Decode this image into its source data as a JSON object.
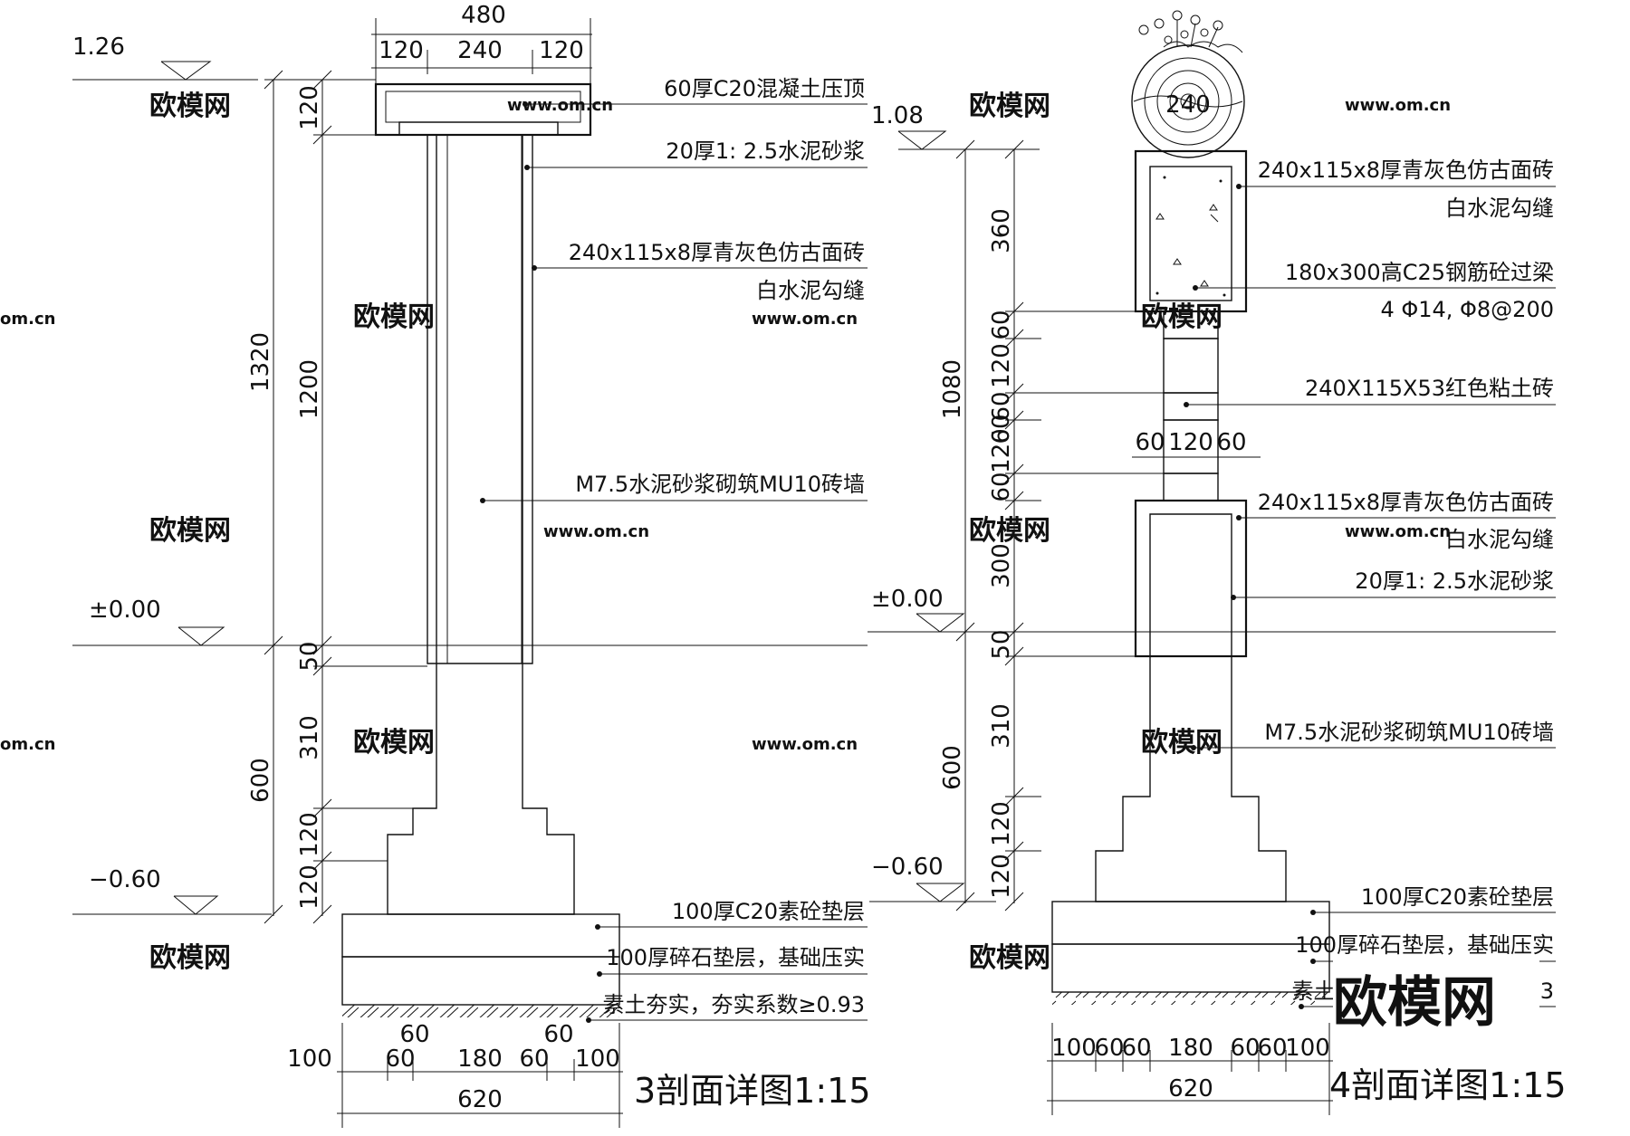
{
  "drawing": {
    "watermark": "欧模网",
    "watermark_url": "www.om.cn",
    "logo_text": "欧模网",
    "fragment_om": "om.cn"
  },
  "section3": {
    "title": "3剖面详图1:15",
    "top_width": "480",
    "top_segments": [
      "120",
      "240",
      "120"
    ],
    "bottom_total": "620",
    "bottom_segments": [
      "100",
      "60",
      "180",
      "60",
      "100"
    ],
    "step_label_left": "60",
    "step_label_right": "60",
    "elev_top": "1.26",
    "elev_zero": "±0.00",
    "elev_bottom": "−0.60",
    "dims_outer": [
      "1320",
      "600"
    ],
    "dims_inner": [
      "120",
      "1200",
      "50",
      "310",
      "120",
      "120"
    ],
    "labels": [
      "60厚C20混凝土压顶",
      "20厚1: 2.5水泥砂浆",
      "240x115x8厚青灰色仿古面砖",
      "白水泥勾缝",
      "M7.5水泥砂浆砌筑MU10砖墙",
      "100厚C20素砼垫层",
      "100厚碎石垫层，基础压实",
      "素土夯实，夯实系数≥0.93"
    ]
  },
  "section4": {
    "title": "4剖面详图1:15",
    "cap_label": "240",
    "mid_segments": [
      "60",
      "120",
      "60"
    ],
    "bottom_total": "620",
    "bottom_segments": [
      "100",
      "60",
      "60",
      "180",
      "60",
      "60",
      "100"
    ],
    "elev_top": "1.08",
    "elev_zero": "±0.00",
    "elev_bottom": "−0.60",
    "dims_outer": [
      "1080",
      "600"
    ],
    "dims_inner": [
      "360",
      "60",
      "120",
      "60",
      "60",
      "120",
      "60",
      "300",
      "50",
      "310",
      "120",
      "120"
    ],
    "labels": [
      "240x115x8厚青灰色仿古面砖",
      "白水泥勾缝",
      "180x300高C25钢筋砼过梁",
      "4 Φ14, Φ8@200",
      "240X115X53红色粘土砖",
      "240x115x8厚青灰色仿古面砖",
      "白水泥勾缝",
      "20厚1: 2.5水泥砂浆",
      "M7.5水泥砂浆砌筑MU10砖墙",
      "100厚C20素砼垫层",
      "100厚碎石垫层，基础压实",
      "素土夯实，夯实系数≥0.93"
    ]
  }
}
